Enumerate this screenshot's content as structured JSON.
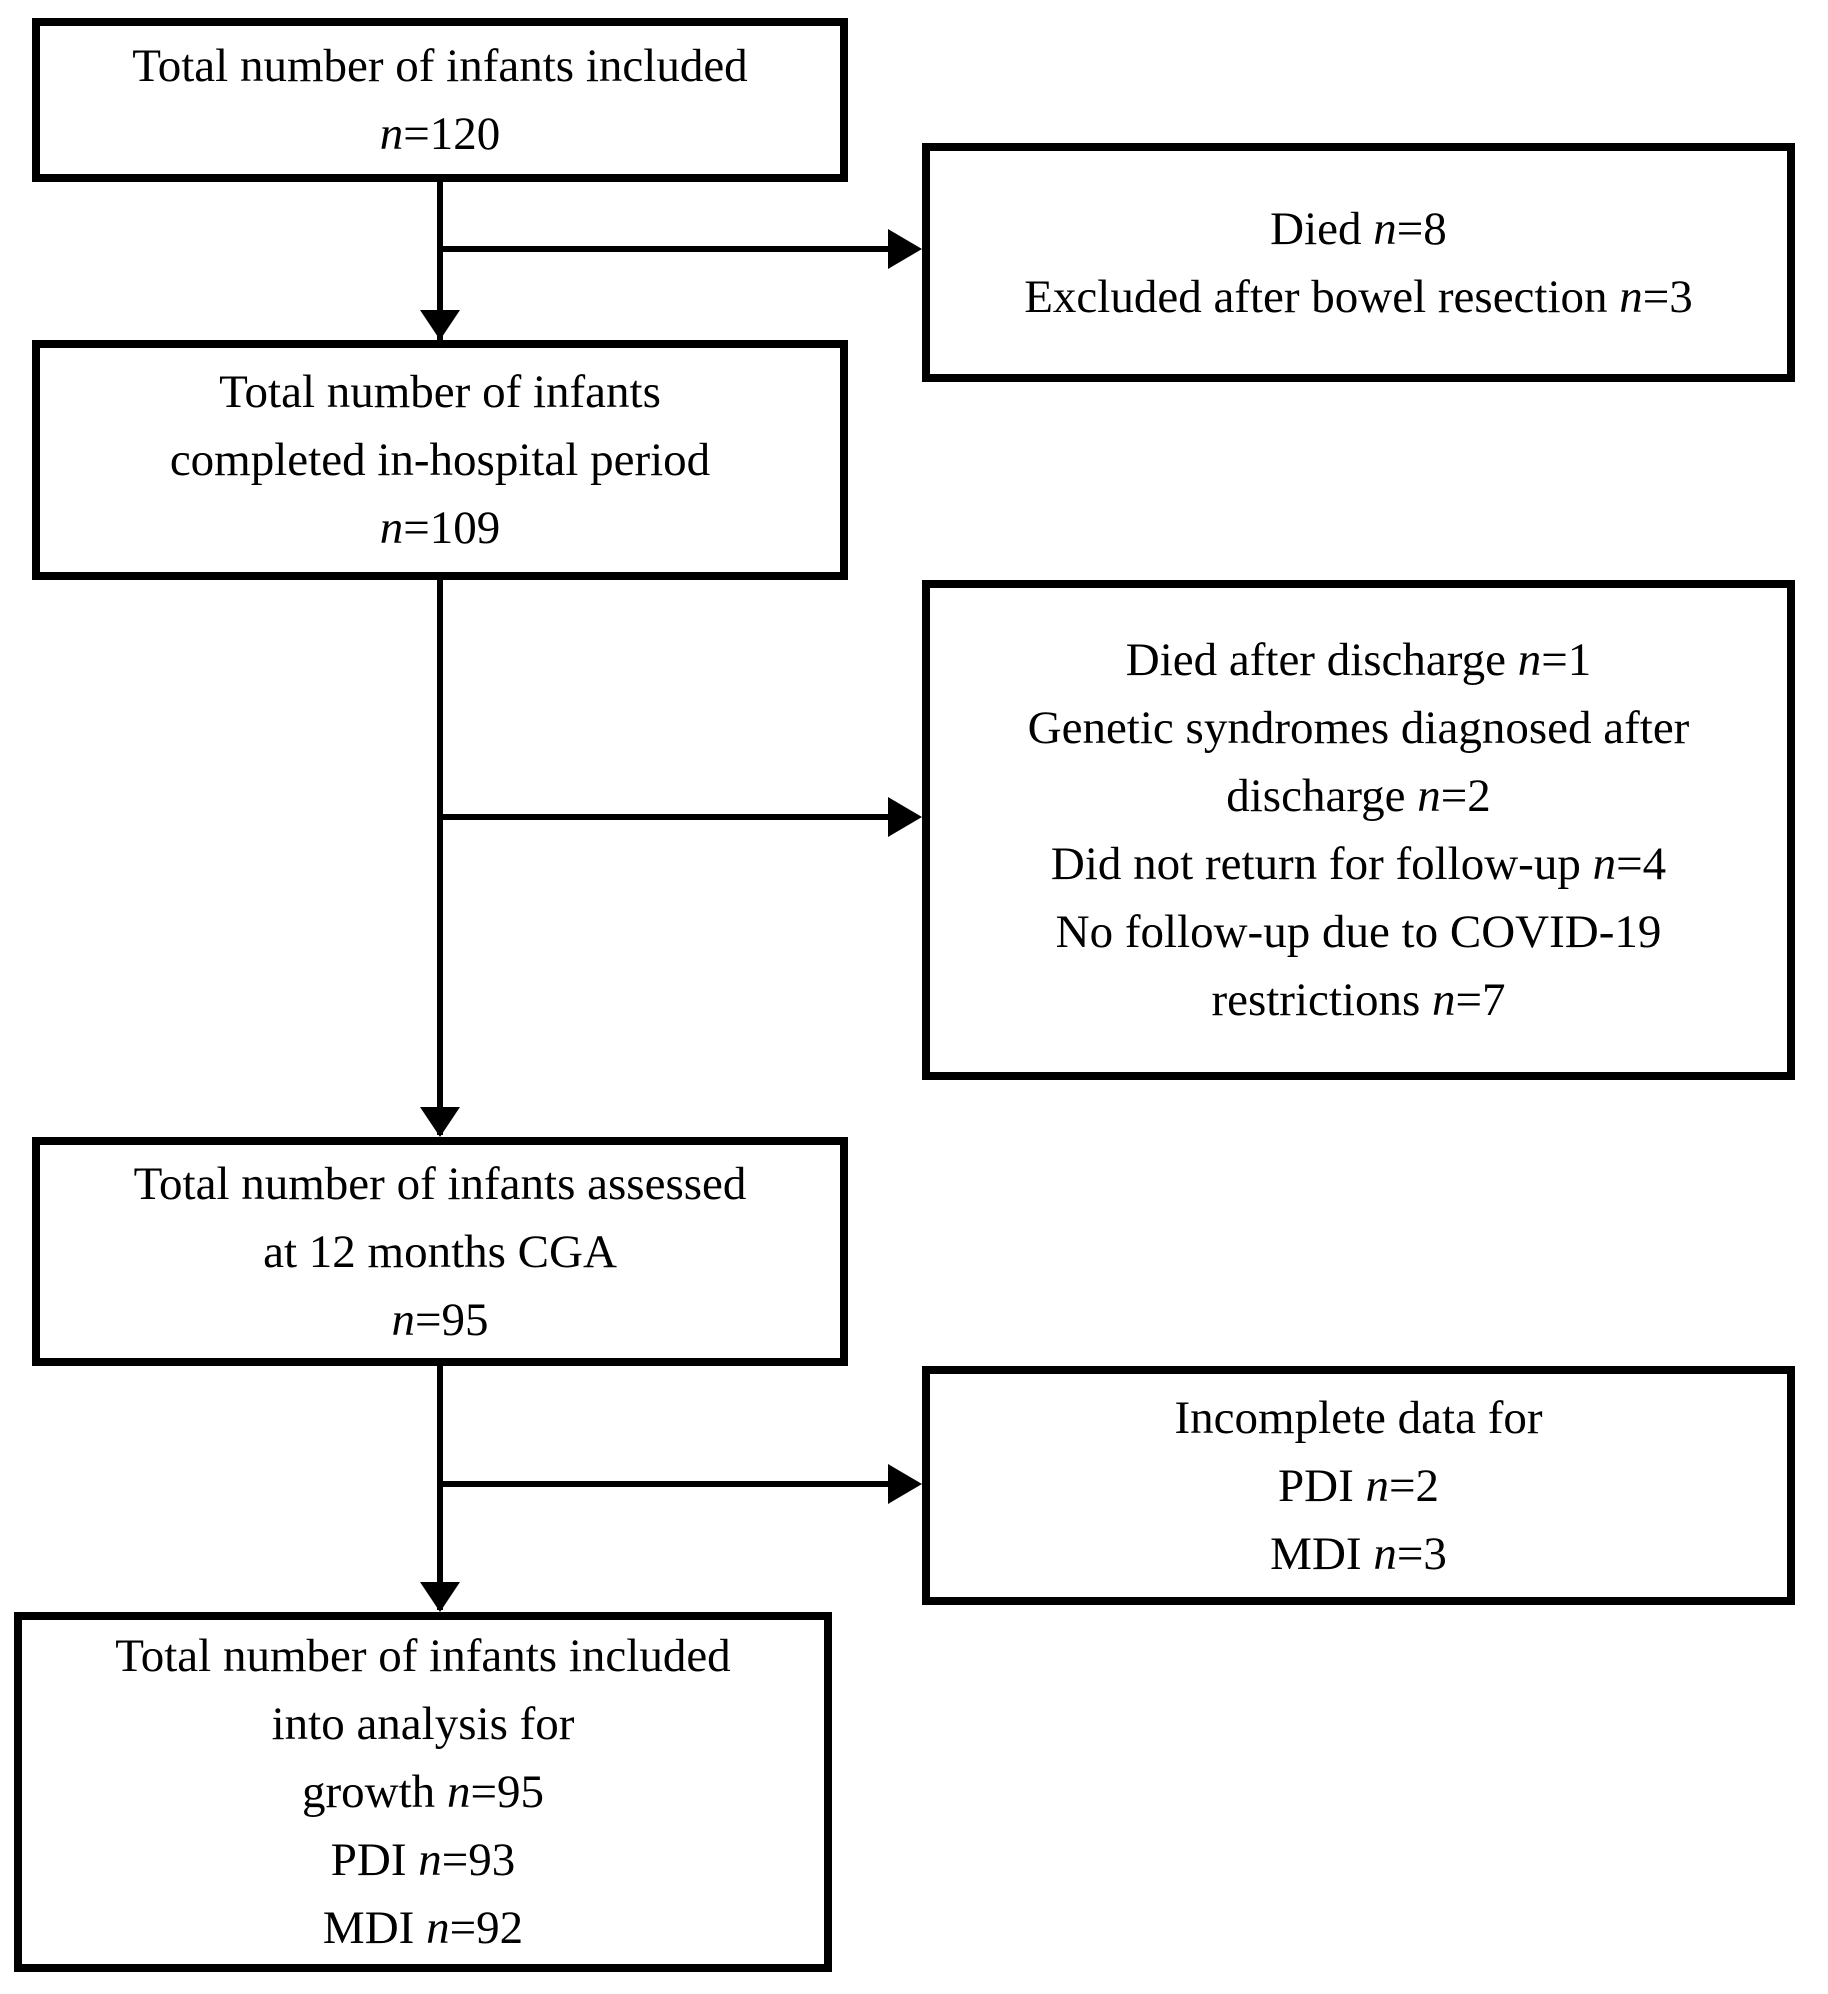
{
  "diagram": {
    "type": "flowchart",
    "description": "Patient flow diagram of infants through study stages",
    "colors": {
      "background": "#ffffff",
      "line": "#000000",
      "text": "#000000"
    },
    "boxes": {
      "total_included": {
        "lines": [
          "Total number of infants included",
          "n=120"
        ]
      },
      "excluded_in_hospital": {
        "lines": [
          "Died n=8",
          "Excluded after bowel resection n=3"
        ]
      },
      "completed_in_hospital": {
        "lines": [
          "Total number of infants",
          "completed in-hospital period",
          "n=109"
        ]
      },
      "excluded_after_discharge": {
        "lines": [
          "Died after discharge n=1",
          "Genetic syndromes diagnosed after",
          "discharge n=2",
          "Did not return for follow-up n=4",
          "No follow-up due to COVID-19",
          "restrictions n=7"
        ]
      },
      "assessed_12_months": {
        "lines": [
          "Total number of infants assessed",
          "at 12 months CGA",
          "n=95"
        ]
      },
      "incomplete_data": {
        "lines": [
          "Incomplete data for",
          "PDI n=2",
          "MDI n=3"
        ]
      },
      "included_into_analysis": {
        "lines": [
          "Total number of infants included",
          "into analysis for",
          "growth n=95",
          "PDI n=93",
          "MDI n=92"
        ]
      }
    }
  }
}
